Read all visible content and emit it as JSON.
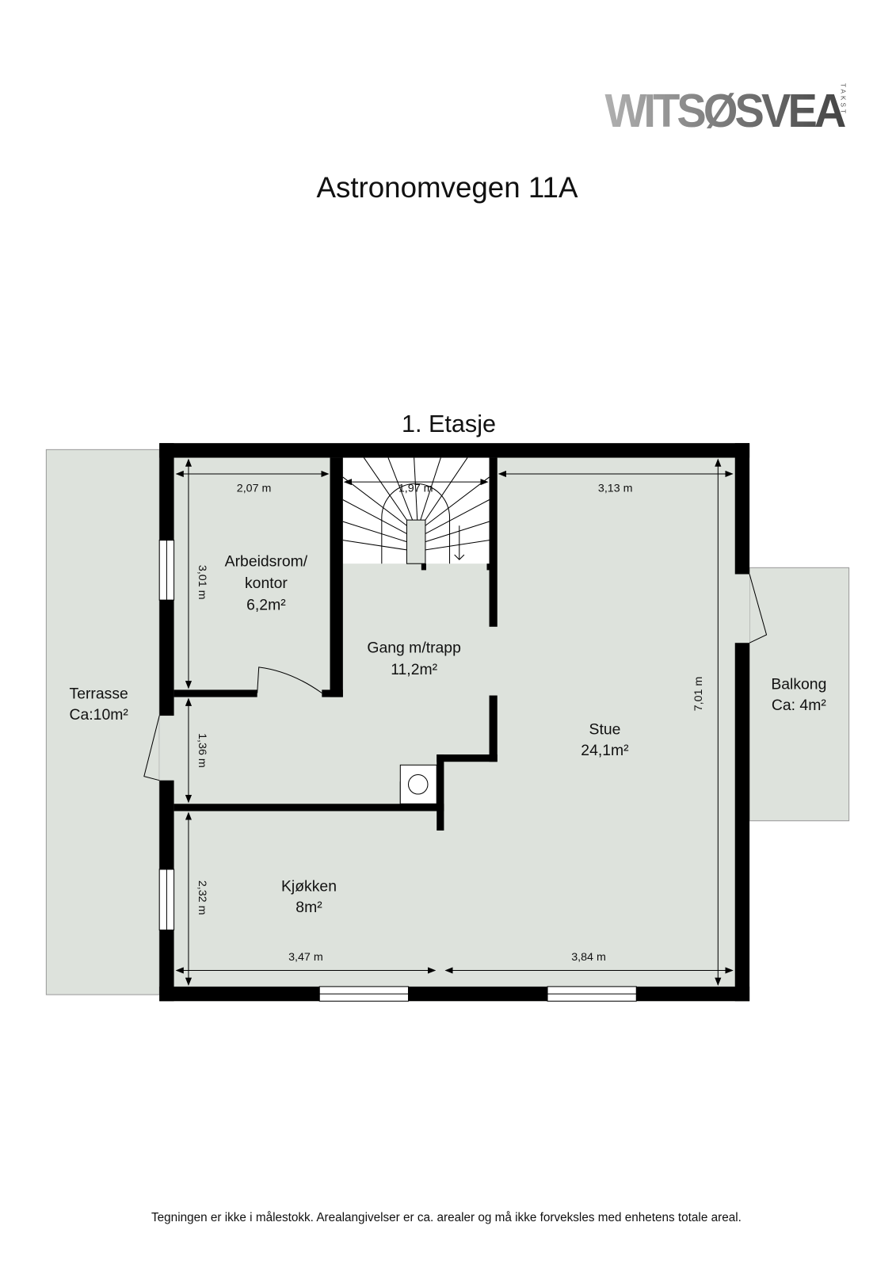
{
  "logo": {
    "text": "WITSØSVEA",
    "sub": "TAKST"
  },
  "title": "Astronomvegen 11A",
  "floor": "1. Etasje",
  "colors": {
    "floor": "#dde2dc",
    "wall": "#000000",
    "outdoor_border": "#9a9a9a"
  },
  "rooms": {
    "office": {
      "name1": "Arbeidsrom/",
      "name2": "kontor",
      "area": "6,2m²"
    },
    "hall": {
      "name": "Gang m/trapp",
      "area": "11,2m²"
    },
    "living": {
      "name": "Stue",
      "area": "24,1m²"
    },
    "kitchen": {
      "name": "Kjøkken",
      "area": "8m²"
    },
    "terrace": {
      "name": "Terrasse",
      "area": "Ca:10m²"
    },
    "balcony": {
      "name": "Balkong",
      "area": "Ca: 4m²"
    }
  },
  "dimensions": {
    "office_width": "2,07 m",
    "stair_width": "1,97 m",
    "living_width": "3,13 m",
    "office_depth": "3,01 m",
    "hall_depth": "1,36 m",
    "kitchen_depth": "2,32 m",
    "kitchen_width": "3,47 m",
    "living_bottom_width": "3,84 m",
    "total_depth": "7,01 m"
  },
  "footer": "Tegningen er ikke i målestokk. Arealangivelser er ca. arealer og må ikke forveksles med enhetens totale areal."
}
